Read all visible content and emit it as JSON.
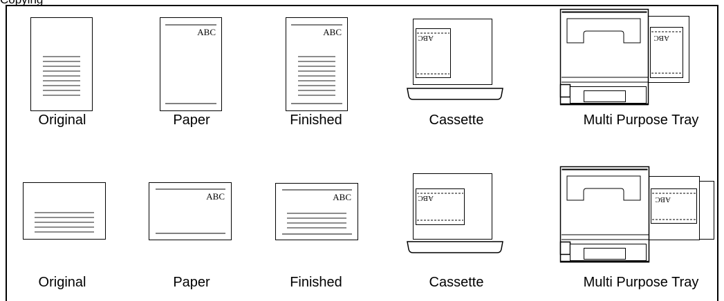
{
  "header": {
    "title": "Copying"
  },
  "rows": [
    {
      "orientation": "portrait",
      "items": [
        {
          "caption": "Original",
          "icon": "original-document-icon"
        },
        {
          "caption": "Paper",
          "icon": "paper-sheet-icon",
          "sample": "ABC"
        },
        {
          "caption": "Finished",
          "icon": "finished-document-icon",
          "sample": "ABC"
        },
        {
          "caption": "Cassette",
          "icon": "cassette-tray-icon",
          "sample": "ABC"
        },
        {
          "caption": "Multi Purpose Tray",
          "icon": "multi-purpose-tray-icon",
          "sample": "ABC"
        }
      ]
    },
    {
      "orientation": "landscape",
      "items": [
        {
          "caption": "Original",
          "icon": "original-document-icon"
        },
        {
          "caption": "Paper",
          "icon": "paper-sheet-icon",
          "sample": "ABC"
        },
        {
          "caption": "Finished",
          "icon": "finished-document-icon",
          "sample": "ABC"
        },
        {
          "caption": "Cassette",
          "icon": "cassette-tray-icon",
          "sample": "ABC"
        },
        {
          "caption": "Multi Purpose Tray",
          "icon": "multi-purpose-tray-icon",
          "sample": "ABC"
        }
      ]
    }
  ],
  "colors": {
    "line": "#000000",
    "text_lines": "#8c8c8c"
  }
}
